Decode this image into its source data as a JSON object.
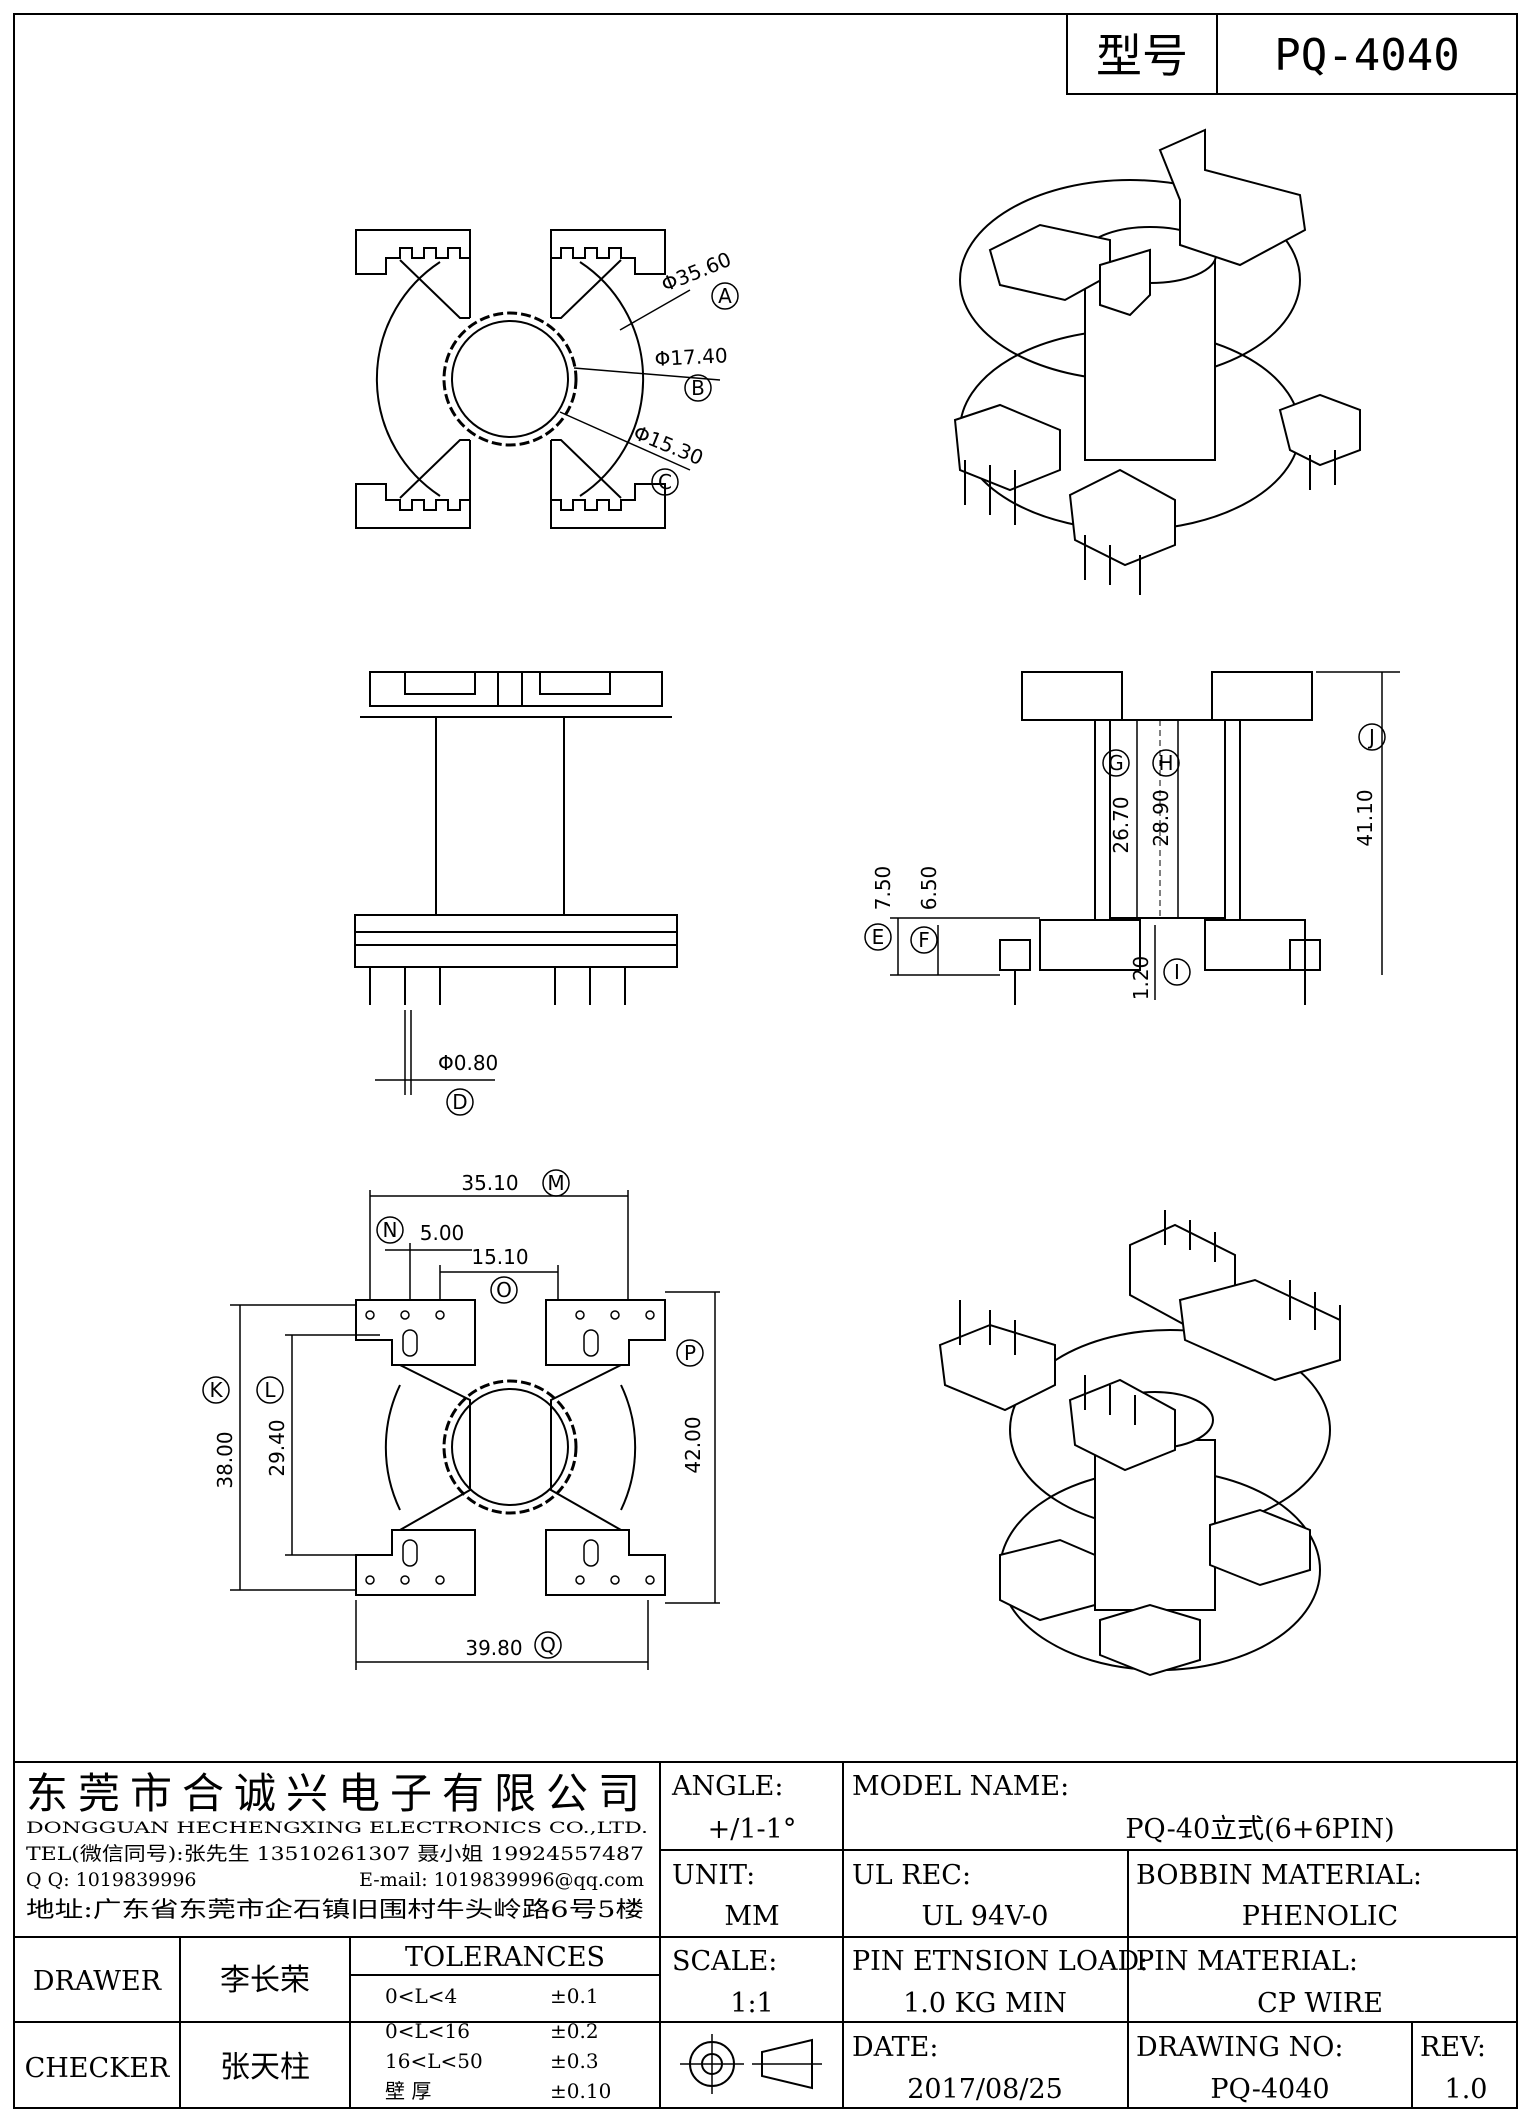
{
  "header": {
    "type_label": "型号",
    "type_value": "PQ-4040"
  },
  "dimensions": {
    "A": {
      "letter": "A",
      "value": "Φ35.60"
    },
    "B": {
      "letter": "B",
      "value": "Φ17.40"
    },
    "C": {
      "letter": "C",
      "value": "Φ15.30"
    },
    "D": {
      "letter": "D",
      "value": "Φ0.80"
    },
    "E": {
      "letter": "E",
      "value": "7.50"
    },
    "F": {
      "letter": "F",
      "value": "6.50"
    },
    "G": {
      "letter": "G",
      "value": "26.70"
    },
    "H": {
      "letter": "H",
      "value": "28.90"
    },
    "I": {
      "letter": "I",
      "value": "1.20"
    },
    "J": {
      "letter": "J",
      "value": "41.10"
    },
    "K": {
      "letter": "K",
      "value": "38.00"
    },
    "L": {
      "letter": "L",
      "value": "29.40"
    },
    "M": {
      "letter": "M",
      "value": "35.10"
    },
    "N": {
      "letter": "N",
      "value": "5.00"
    },
    "O": {
      "letter": "O",
      "value": "15.10"
    },
    "P": {
      "letter": "P",
      "value": "42.00"
    },
    "Q": {
      "letter": "Q",
      "value": "39.80"
    }
  },
  "company": {
    "name_cn": "东莞市合诚兴电子有限公司",
    "name_en": "DONGGUAN HECHENGXING ELECTRONICS CO.,LTD.",
    "tel": "TEL(微信同号):张先生 13510261307 聂小姐 19924557487",
    "qq": "Q Q: 1019839996",
    "email": "E-mail: 1019839996@qq.com",
    "address": "地址:广东省东莞市企石镇旧围村牛头岭路6号5楼"
  },
  "titleblock": {
    "angle_label": "ANGLE:",
    "angle_value": "+/1-1°",
    "model_label": "MODEL NAME:",
    "model_value": "PQ-40立式(6+6PIN)",
    "unit_label": "UNIT:",
    "unit_value": "MM",
    "ul_label": "UL REC:",
    "ul_value": "UL 94V-0",
    "bobbin_label": "BOBBIN MATERIAL:",
    "bobbin_value": "PHENOLIC",
    "scale_label": "SCALE:",
    "scale_value": "1:1",
    "pin_load_label": "PIN ETNSION LOAD:",
    "pin_load_value": "1.0 KG MIN",
    "pin_mat_label": "PIN MATERIAL:",
    "pin_mat_value": "CP WIRE",
    "date_label": "DATE:",
    "date_value": "2017/08/25",
    "drawing_no_label": "DRAWING NO:",
    "drawing_no_value": "PQ-4040",
    "rev_label": "REV:",
    "rev_value": "1.0",
    "drawer_label": "DRAWER",
    "drawer_value": "李长荣",
    "checker_label": "CHECKER",
    "checker_value": "张天柱",
    "tol_label": "TOLERANCES",
    "tolerances": [
      {
        "range": "0<L<4",
        "tol": "±0.1"
      },
      {
        "range": "0<L<16",
        "tol": "±0.2"
      },
      {
        "range": "16<L<50",
        "tol": "±0.3"
      },
      {
        "range": "壁    厚",
        "tol": "±0.10"
      }
    ]
  }
}
